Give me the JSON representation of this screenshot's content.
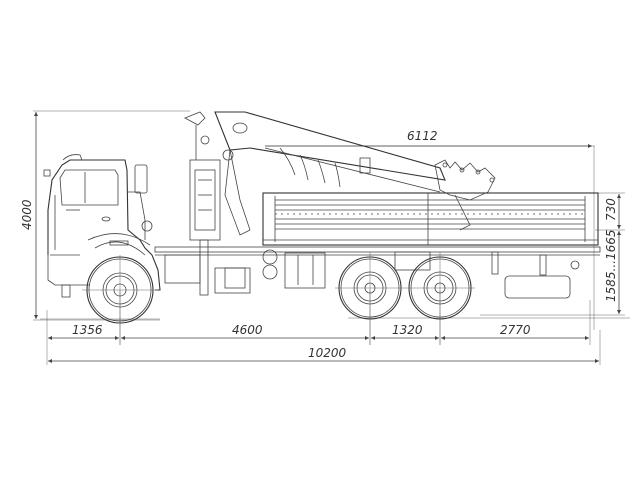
{
  "drawing": {
    "subject": "Truck with loader crane and flatbed, side view",
    "dimensions": {
      "overall_height": "4000",
      "overall_length": "10200",
      "front_overhang": "1356",
      "wheelbase_front": "4600",
      "tandem_spacing": "1320",
      "rear_overhang": "2770",
      "crane_boom_length": "6112",
      "side_board_height": "730",
      "platform_height": "1585...1665"
    }
  }
}
